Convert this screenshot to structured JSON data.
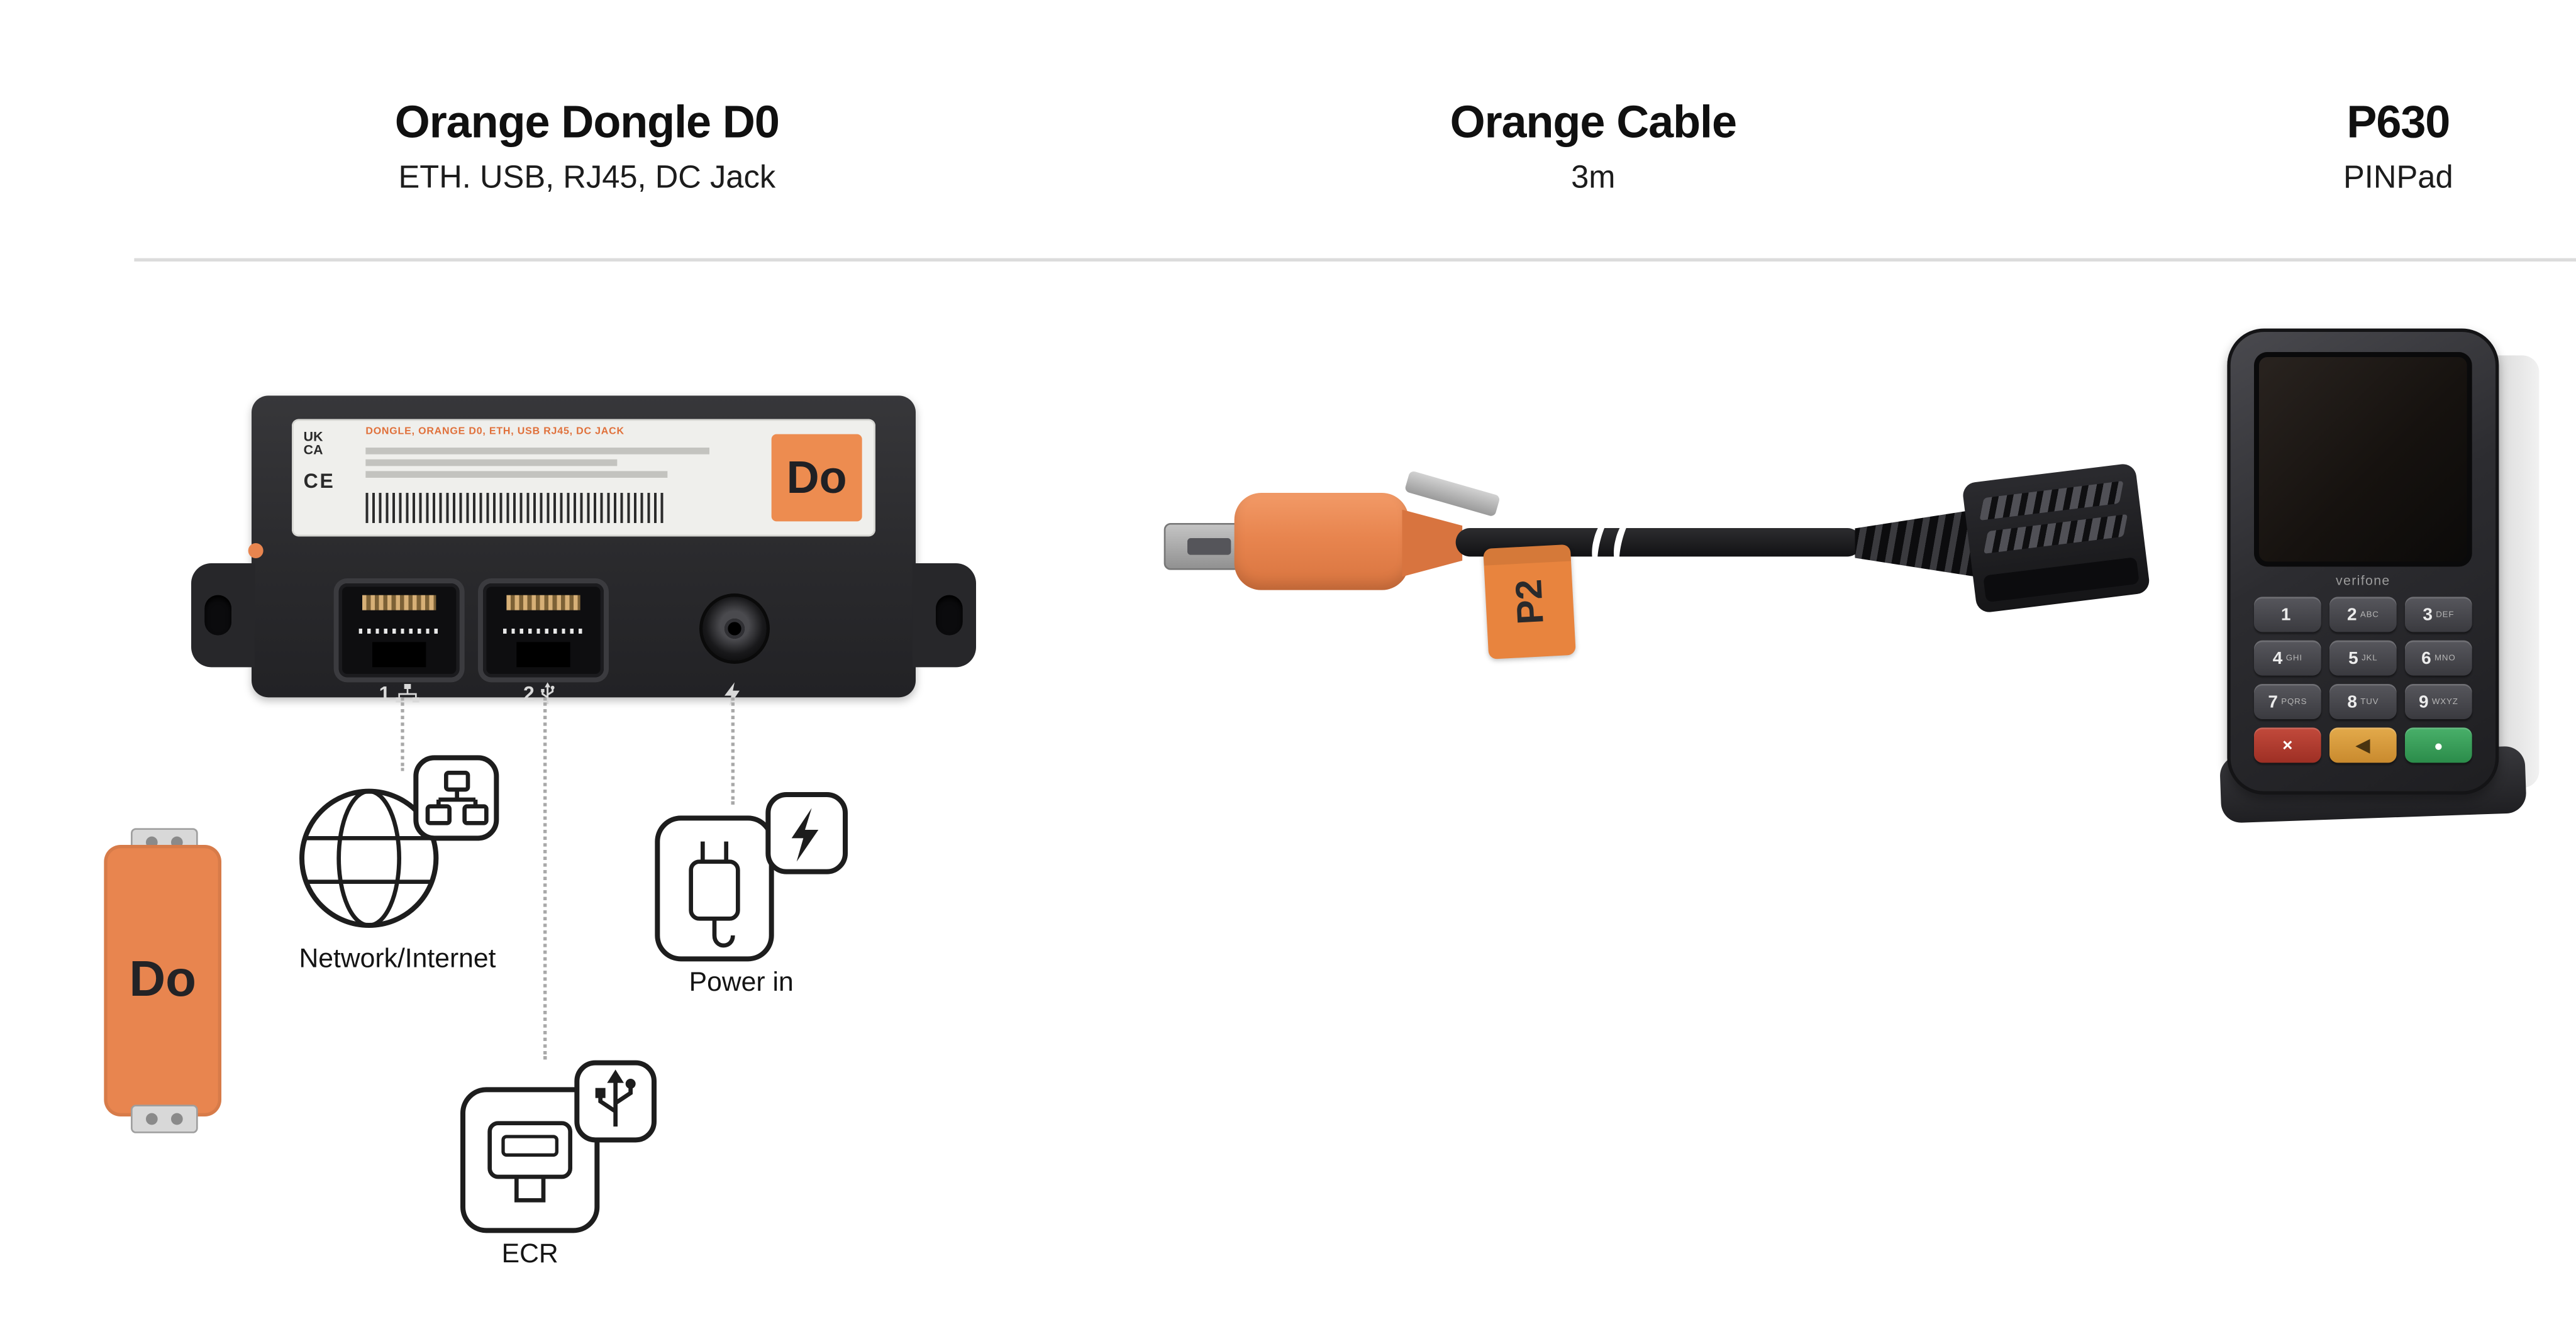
{
  "header": {
    "items": [
      {
        "title": "Orange Dongle D0",
        "subtitle": "ETH. USB, RJ45, DC Jack"
      },
      {
        "title": "Orange Cable",
        "subtitle": "3m"
      },
      {
        "title": "P630",
        "subtitle": "PINPad"
      }
    ]
  },
  "dongle": {
    "label_title": "DONGLE, ORANGE D0, ETH, USB RJ45, DC JACK",
    "ukca": "UK\nCA",
    "ce": "CE",
    "badge": "Do",
    "port1": "1",
    "port2": "2"
  },
  "card": {
    "label": "Do"
  },
  "connections": {
    "network": "Network/Internet",
    "power": "Power in",
    "ecr": "ECR"
  },
  "cable": {
    "tag": "P2"
  },
  "terminal": {
    "brand": "verifone",
    "keys": [
      [
        {
          "d": "1",
          "s": ""
        },
        {
          "d": "2",
          "s": "ABC"
        },
        {
          "d": "3",
          "s": "DEF"
        }
      ],
      [
        {
          "d": "4",
          "s": "GHI"
        },
        {
          "d": "5",
          "s": "JKL"
        },
        {
          "d": "6",
          "s": "MNO"
        }
      ],
      [
        {
          "d": "7",
          "s": "PQRS"
        },
        {
          "d": "8",
          "s": "TUV"
        },
        {
          "d": "9",
          "s": "WXYZ"
        }
      ]
    ],
    "func_keys": [
      {
        "glyph": "×",
        "color": "red"
      },
      {
        "glyph": "◀",
        "color": "yellow"
      },
      {
        "glyph": "●",
        "color": "green"
      }
    ]
  },
  "colors": {
    "accent": "#E8854F",
    "tag": "#E8843E",
    "divider": "#dcdcdc"
  }
}
